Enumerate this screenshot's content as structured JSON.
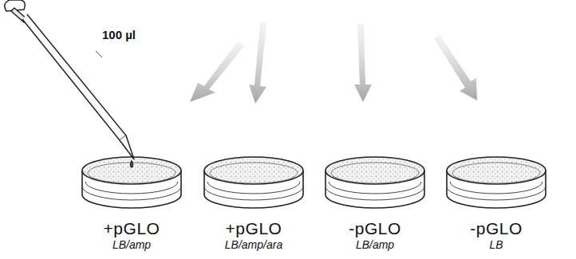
{
  "diagram": {
    "labels": [
      "100 µl",
      "+pGLO",
      "LB/amp",
      "+pGLO",
      "LB/amp/ara",
      "-pGLO",
      "LB/amp",
      "-pGLO",
      "LB"
    ]
  }
}
